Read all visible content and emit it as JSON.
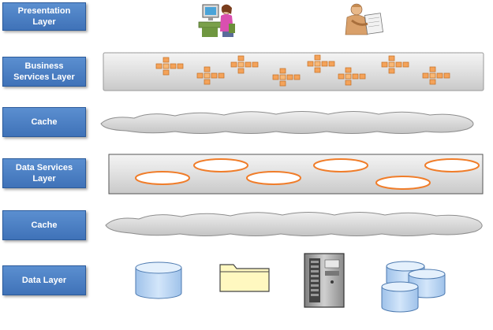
{
  "layers": {
    "presentation": "Presentation Layer",
    "business_services": "Business Services Layer",
    "cache_upper": "Cache",
    "data_services": "Data Services Layer",
    "cache_lower": "Cache",
    "data": "Data Layer"
  },
  "colors": {
    "label_fill": "#4a7fc4",
    "label_border": "#2b5a9a",
    "component_orange": "#f4a35a",
    "ellipse_stroke": "#f07d2a",
    "cloud_fill": "#d9d9d9",
    "cylinder_fill": "#bcd6f2",
    "folder_fill": "#fff8c0"
  },
  "icons": {
    "presentation": [
      "user-at-computer-icon",
      "reading-person-icon"
    ],
    "data": [
      "database-icon",
      "folder-icon",
      "server-icon",
      "database-cluster-icon"
    ]
  }
}
